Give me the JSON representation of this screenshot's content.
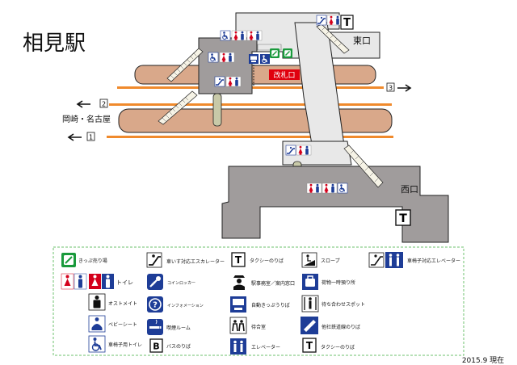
{
  "title": "相見駅",
  "labels": {
    "east_exit": "東口",
    "west_exit": "西口",
    "ticket_gate": "改札口",
    "direction_okazaki": "岡崎・名古屋"
  },
  "tracks": {
    "track1": "1",
    "track2": "2",
    "track3": "3"
  },
  "icon_glyphs": {
    "taxi": "T",
    "bus": "B"
  },
  "legend": {
    "ticket_office": "きっぷ売り場",
    "toilet": "トイレ",
    "ostomate": "オストメイト",
    "baby_seat": "ベビーシート",
    "wheelchair_toilet": "車椅子用トイレ",
    "wheelchair_escalator": "車いす対応エスカレーター",
    "coin_locker": "コインロッカー",
    "information": "インフォメーション",
    "smoking_room": "喫煙ルーム",
    "bus_stop": "バスのりば",
    "taxi_stop": "タクシーのりば",
    "station_office": "駅事務室／案内窓口",
    "ticket_machine": "自動きっぷうりば",
    "waiting_room": "待合室",
    "elevator": "エレベーター",
    "slope": "スロープ",
    "baggage": "荷物一時預り所",
    "meeting_spot": "待ち合わせスポット",
    "other_railway": "他社鉄道線のりば",
    "taxi_stop2": "タクシーのりば",
    "wheelchair_elevator": "車椅子対応エレベーター"
  },
  "date_note": "2015.9 現在",
  "colors": {
    "track": "#f08a2c",
    "platform": "#d9a88a",
    "concourse": "#a09c9c",
    "bridge": "#e8e8e8",
    "pillar": "#c8c9a8",
    "gate": "#e0000e",
    "icon_blue": "#1e3d97",
    "icon_red": "#d4001b",
    "icon_green": "#1a9a3c",
    "legend_border": "#6cc26c"
  }
}
